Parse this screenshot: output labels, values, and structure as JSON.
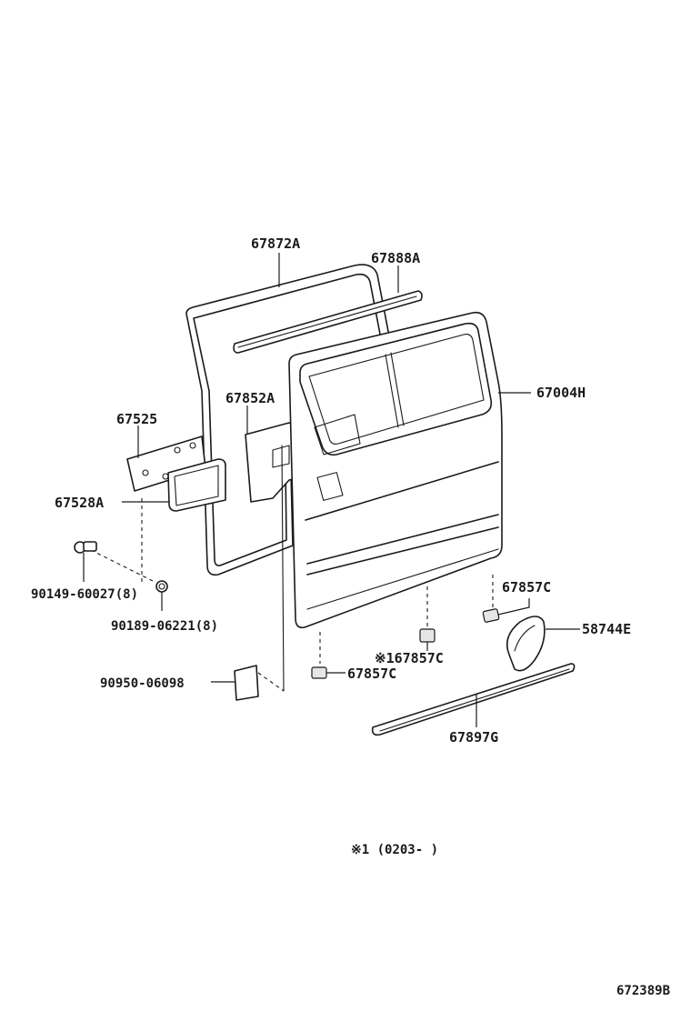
{
  "diagram": {
    "parts": [
      {
        "id": "67872A",
        "label": "67872A"
      },
      {
        "id": "67888A",
        "label": "67888A"
      },
      {
        "id": "67004H",
        "label": "67004H"
      },
      {
        "id": "67852A",
        "label": "67852A"
      },
      {
        "id": "67525",
        "label": "67525"
      },
      {
        "id": "67528A",
        "label": "67528A"
      },
      {
        "id": "90149-60027",
        "label": "90149-60027(8)"
      },
      {
        "id": "90189-06221",
        "label": "90189-06221(8)"
      },
      {
        "id": "90950-06098",
        "label": "90950-06098"
      },
      {
        "id": "67857C-1",
        "label": "67857C"
      },
      {
        "id": "67857C-2",
        "label": "※167857C"
      },
      {
        "id": "67857C-3",
        "label": "67857C"
      },
      {
        "id": "58744E",
        "label": "58744E"
      },
      {
        "id": "67897G",
        "label": "67897G"
      }
    ],
    "footnote": "※1 (0203-        )",
    "diagram_code": "672389B"
  }
}
